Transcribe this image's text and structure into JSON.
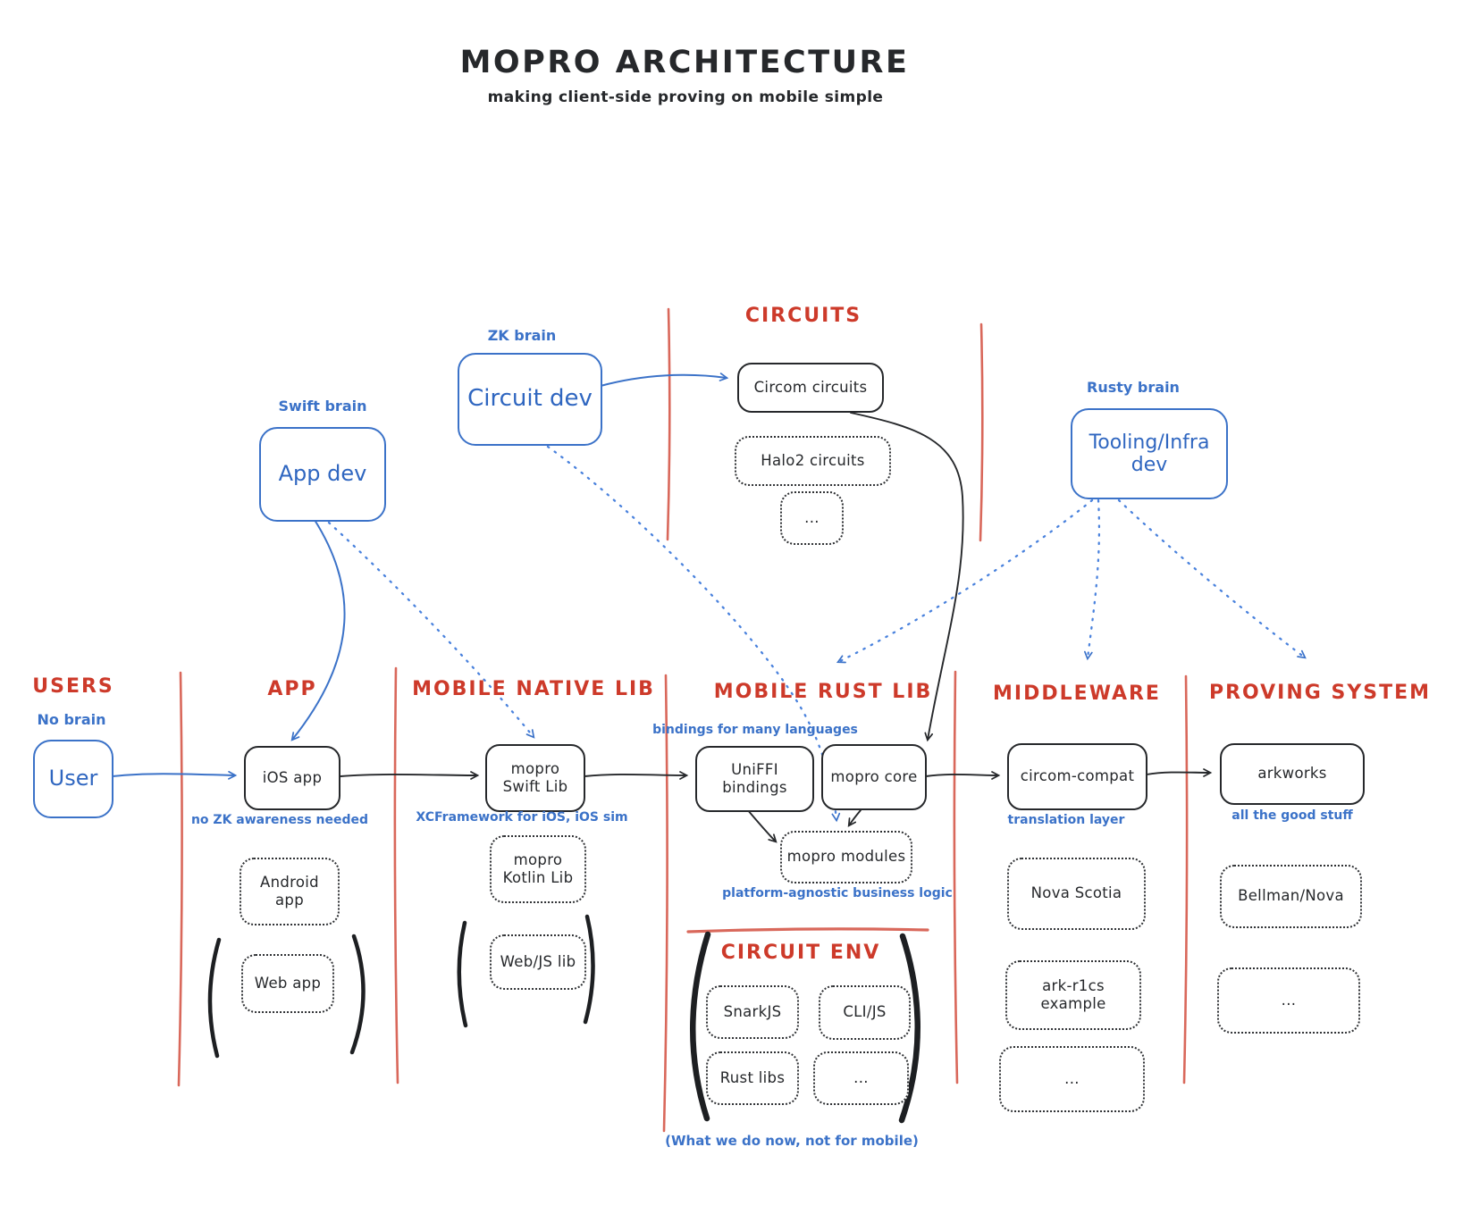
{
  "title": "MOPRO ARCHITECTURE",
  "subtitle": "making client-side proving on mobile simple",
  "colors": {
    "heading_red": "#cd3a2a",
    "divider_red": "#d65b4d",
    "blue": "#3b72c8",
    "ink": "#26282b",
    "background": "#ffffff"
  },
  "personas": {
    "user": {
      "tag": "No brain",
      "label": "User"
    },
    "app_dev": {
      "tag": "Swift brain",
      "label": "App dev"
    },
    "circuit_dev": {
      "tag": "ZK brain",
      "label": "Circuit dev"
    },
    "tooling_dev": {
      "tag": "Rusty brain",
      "label": "Tooling/Infra\ndev"
    }
  },
  "columns": {
    "users": {
      "heading": "USERS"
    },
    "app": {
      "heading": "APP",
      "main": "iOS app",
      "note": "no ZK awareness needed",
      "alt1": "Android\napp",
      "alt2": "Web app"
    },
    "native_lib": {
      "heading": "MOBILE NATIVE LIB",
      "main": "mopro\nSwift Lib",
      "note": "XCFramework for iOS, iOS sim",
      "alt1": "mopro\nKotlin Lib",
      "alt2": "Web/JS lib"
    },
    "rust_lib": {
      "heading": "MOBILE RUST LIB",
      "note_top": "bindings for many languages",
      "uniffi": "UniFFI\nbindings",
      "core": "mopro core",
      "modules": "mopro modules",
      "note_bottom": "platform-agnostic business logic"
    },
    "middleware": {
      "heading": "MIDDLEWARE",
      "main": "circom-compat",
      "note": "translation layer",
      "alt1": "Nova Scotia",
      "alt2": "ark-r1cs\nexample",
      "alt3": "..."
    },
    "proving": {
      "heading": "PROVING SYSTEM",
      "main": "arkworks",
      "note": "all the good stuff",
      "alt1": "Bellman/Nova",
      "alt2": "..."
    }
  },
  "circuits": {
    "heading": "CIRCUITS",
    "main": "Circom circuits",
    "alt1": "Halo2 circuits",
    "alt2": "..."
  },
  "circuit_env": {
    "heading": "CIRCUIT ENV",
    "box1": "SnarkJS",
    "box2": "CLI/JS",
    "box3": "Rust libs",
    "box4": "...",
    "caption": "(What we do now, not for mobile)"
  }
}
